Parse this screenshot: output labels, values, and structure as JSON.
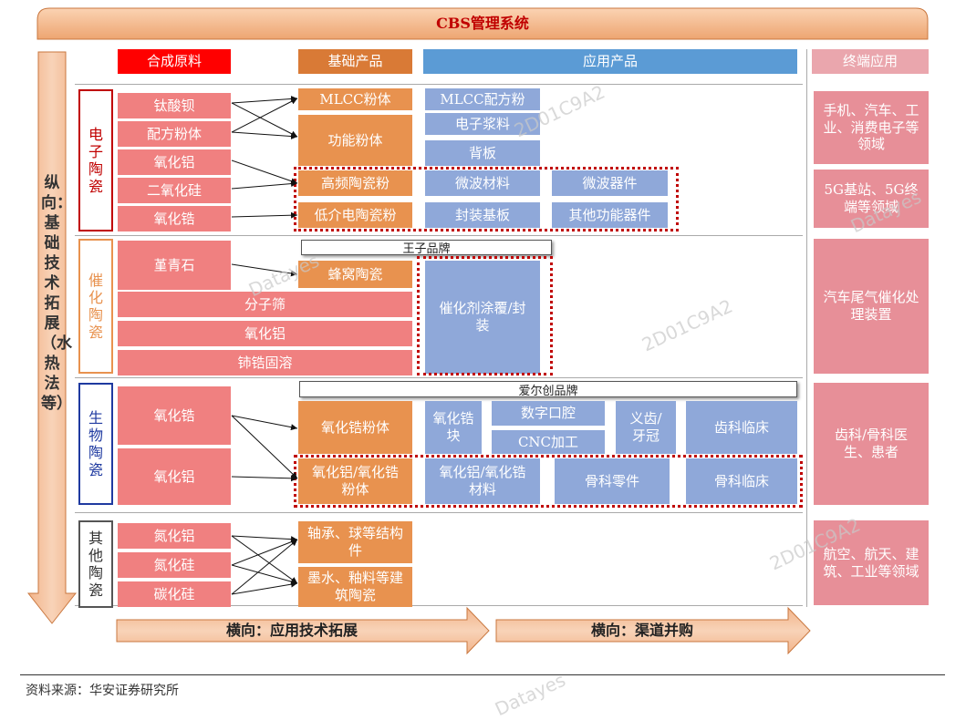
{
  "title": "CBS管理系统",
  "headers": {
    "raw": "合成原料",
    "base": "基础产品",
    "app": "应用产品",
    "end": "终端应用"
  },
  "vertical_arrow": "纵向：基础技术拓展（水热法等）",
  "categories": {
    "electronic": "电子陶瓷",
    "catalytic": "催化陶瓷",
    "bio": "生物陶瓷",
    "other": "其他陶瓷"
  },
  "electronic": {
    "raw": [
      "钛酸钡",
      "配方粉体",
      "氧化铝",
      "二氧化硅",
      "氧化锆"
    ],
    "base": [
      "MLCC粉体",
      "功能粉体",
      "高频陶瓷粉",
      "低介电陶瓷粉"
    ],
    "app": [
      "MLCC配方粉",
      "电子浆料",
      "背板",
      "微波材料",
      "封装基板"
    ],
    "app2": [
      "微波器件",
      "其他功能器件"
    ],
    "end": [
      "手机、汽车、工业、消费电子等领域",
      "5G基站、5G终端等领域"
    ]
  },
  "catalytic": {
    "brand": "王子品牌",
    "raw": [
      "堇青石",
      "分子筛",
      "氧化铝",
      "铈锆固溶"
    ],
    "base": [
      "蜂窝陶瓷"
    ],
    "app": [
      "催化剂涂覆/封装"
    ],
    "end": "汽车尾气催化处理装置"
  },
  "bio": {
    "brand": "爱尔创品牌",
    "raw": [
      "氧化锆",
      "氧化铝"
    ],
    "base": [
      "氧化锆粉体",
      "氧化铝/氧化锆粉体"
    ],
    "app": [
      "氧化锆块",
      "数字口腔",
      "CNC加工",
      "义齿/牙冠",
      "齿科临床",
      "氧化铝/氧化锆材料",
      "骨科零件",
      "骨科临床"
    ],
    "end": "齿科/骨科医生、患者"
  },
  "other": {
    "raw": [
      "氮化铝",
      "氮化硅",
      "碳化硅"
    ],
    "base": [
      "轴承、球等结构件",
      "墨水、釉料等建筑陶瓷"
    ],
    "end": "航空、航天、建筑、工业等领域"
  },
  "bottom_arrows": [
    "横向：应用技术拓展",
    "横向：渠道并购"
  ],
  "source": "资料来源：华安证券研究所",
  "watermarks": [
    "Datayes",
    "2D01C9A2"
  ],
  "colors": {
    "raw": "#f08080",
    "base": "#e8924f",
    "app": "#8fa8d9",
    "end": "#e78f98",
    "title_text": "#c00000",
    "dotted": "#c00000"
  }
}
